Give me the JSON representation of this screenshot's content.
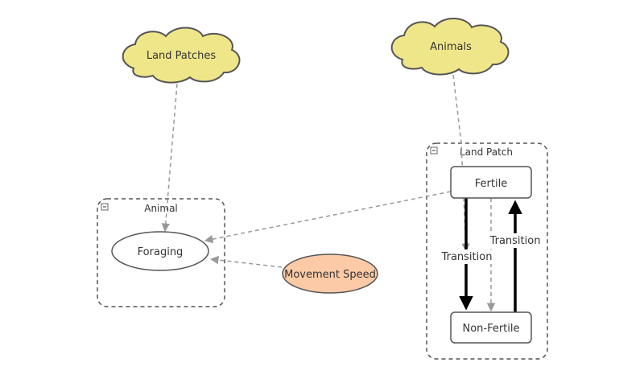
{
  "clouds": {
    "land_patches": "Land Patches",
    "animals": "Animals"
  },
  "containers": {
    "animal": {
      "title": "Animal",
      "collapse_symbol": "⊟"
    },
    "land_patch": {
      "title": "Land Patch",
      "collapse_symbol": "⊟"
    }
  },
  "nodes": {
    "foraging": "Foraging",
    "movement_speed": "Movement Speed",
    "fertile": "Fertile",
    "non_fertile": "Non-Fertile"
  },
  "transitions": {
    "down_label": "Transition",
    "up_label": "Transition"
  },
  "colors": {
    "cloud_fill": "#efe68a",
    "cloud_stroke": "#555555",
    "parameter_fill": "#fccaa6",
    "dashed_link": "#999999",
    "transition_arrow": "#000000",
    "container_border": "#555555"
  }
}
